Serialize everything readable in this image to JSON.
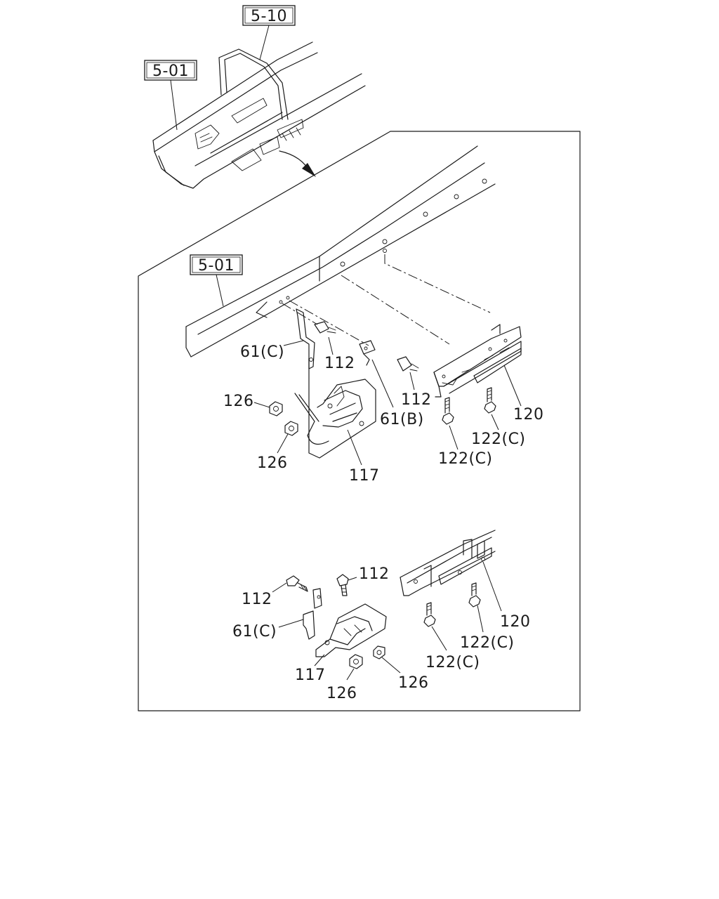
{
  "references": {
    "top_group": "5-10",
    "top_frame": "5-01",
    "detail_frame": "5-01"
  },
  "upper_view": {
    "bracket_left": "61(C)",
    "bolt_left": "112",
    "bracket_right": "61(B)",
    "bolt_right": "112",
    "nut_upper": "126",
    "nut_lower": "126",
    "cover": "117",
    "rail": "120",
    "bolt_rail_a": "122(C)",
    "bolt_rail_b": "122(C)"
  },
  "lower_view": {
    "bolt_left": "112",
    "bolt_top": "112",
    "bracket": "61(C)",
    "cover": "117",
    "nut_center": "126",
    "nut_right": "126",
    "rail": "120",
    "bolt_rail_a": "122(C)",
    "bolt_rail_b": "122(C)"
  }
}
